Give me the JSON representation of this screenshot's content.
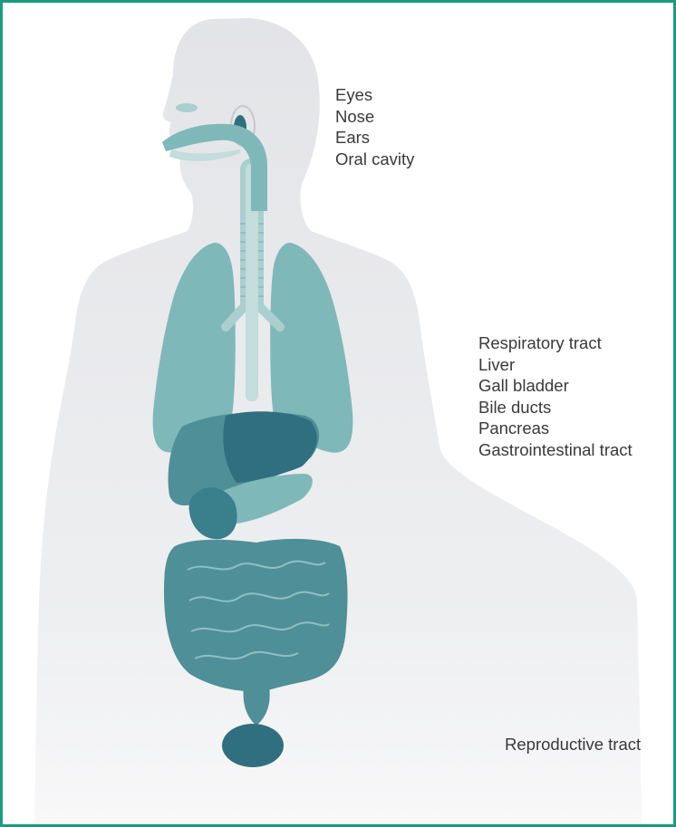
{
  "colors": {
    "border": "#1a9a7e",
    "silhouette": "#e7e8eb",
    "organ_light": "#a9cfcf",
    "organ_mid": "#7fb8b9",
    "organ_dark": "#4f8f97",
    "organ_darkest": "#2f6f80",
    "label_text": "#3a3a3a"
  },
  "labels": {
    "head": [
      "Eyes",
      "Nose",
      "Ears",
      "Oral cavity"
    ],
    "torso": [
      "Respiratory tract",
      "Liver",
      "Gall bladder",
      "Bile ducts",
      "Pancreas",
      "Gastrointestinal tract"
    ],
    "pelvis": [
      "Reproductive tract"
    ]
  }
}
